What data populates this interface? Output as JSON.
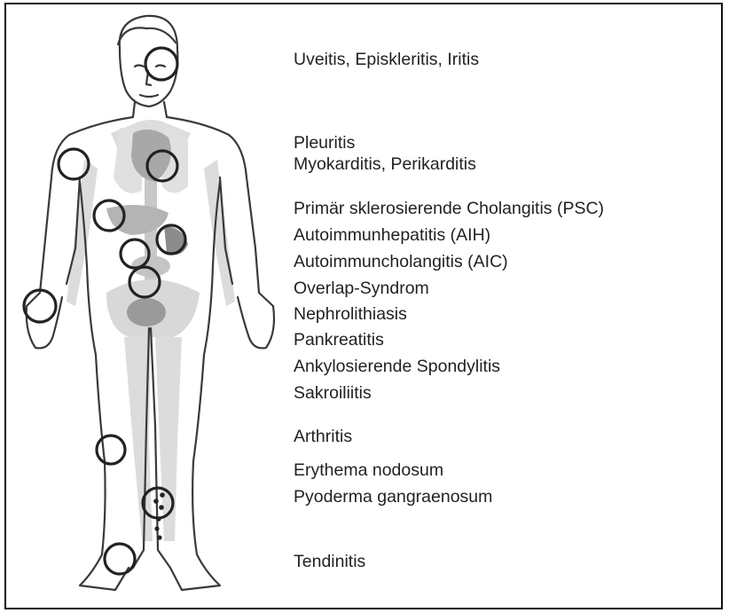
{
  "colors": {
    "outline": "#3a3a3a",
    "skeleton": "#cfcfcf",
    "organ": "#9a9a9a",
    "marker": "#222222",
    "text": "#222222"
  },
  "labels": [
    "Uveitis, Episkleritis, Iritis",
    "Pleuritis",
    "Myokarditis, Perikarditis",
    "Primär sklerosierende Cholangitis (PSC)",
    "Autoimmunhepatitis (AIH)",
    "Autoimmuncholangitis (AIC)",
    "Overlap-Syndrom",
    "Nephrolithiasis",
    "Pankreatitis",
    "Ankylosierende Spondylitis",
    "Sakroiliitis",
    "Arthritis",
    "Erythema nodosum",
    "Pyoderma gangraenosum",
    "Tendinitis"
  ]
}
